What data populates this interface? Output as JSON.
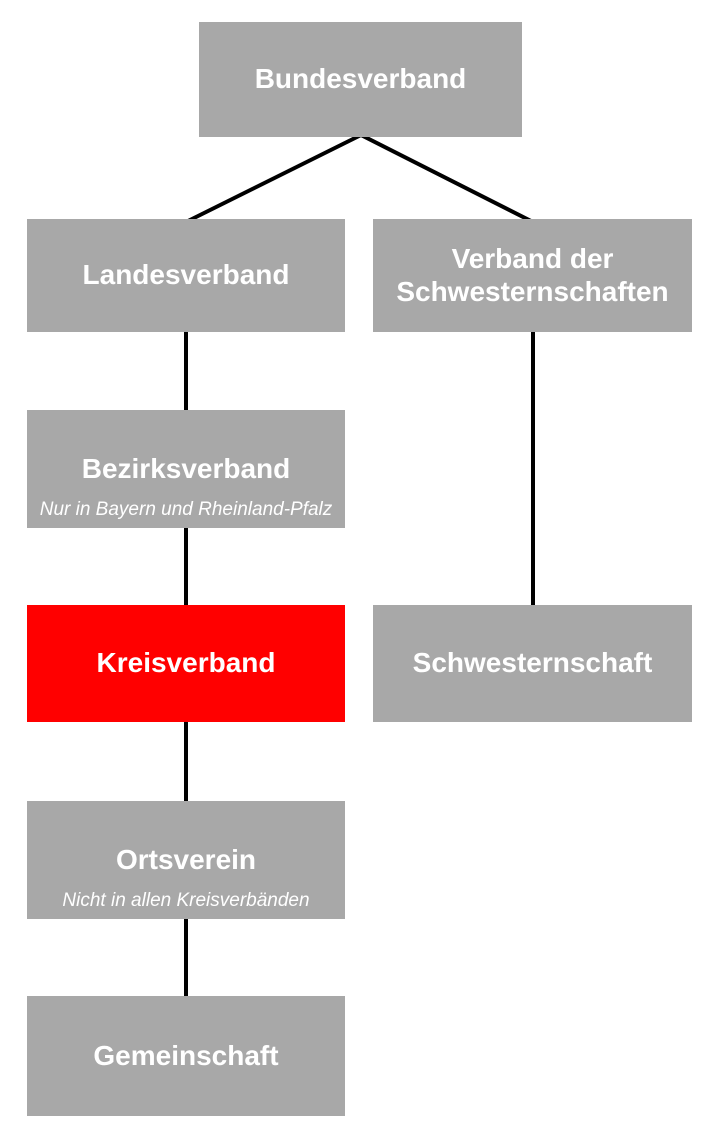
{
  "diagram": {
    "nodes": {
      "bundesverband": {
        "label": "Bundesverband"
      },
      "landesverband": {
        "label": "Landesverband"
      },
      "verband_der_schwesternschaften": {
        "label": "Verband der Schwesternschaften"
      },
      "bezirksverband": {
        "label": "Bezirksverband",
        "note": "Nur in Bayern und Rheinland-Pfalz"
      },
      "kreisverband": {
        "label": "Kreisverband"
      },
      "schwesternschaft": {
        "label": "Schwesternschaft"
      },
      "ortsverein": {
        "label": "Ortsverein",
        "note": "Nicht in allen Kreisverbänden"
      },
      "gemeinschaft": {
        "label": "Gemeinschaft"
      }
    },
    "edges": [
      {
        "from": "bundesverband",
        "to": "landesverband"
      },
      {
        "from": "bundesverband",
        "to": "verband_der_schwesternschaften"
      },
      {
        "from": "landesverband",
        "to": "bezirksverband"
      },
      {
        "from": "bezirksverband",
        "to": "kreisverband"
      },
      {
        "from": "kreisverband",
        "to": "ortsverein"
      },
      {
        "from": "ortsverein",
        "to": "gemeinschaft"
      },
      {
        "from": "verband_der_schwesternschaften",
        "to": "schwesternschaft"
      }
    ],
    "colors": {
      "background": "#ffffff",
      "node_fill": "#a8a8a8",
      "highlight_fill": "#ff0000",
      "label_text": "#ffffff",
      "connector": "#000000"
    }
  }
}
